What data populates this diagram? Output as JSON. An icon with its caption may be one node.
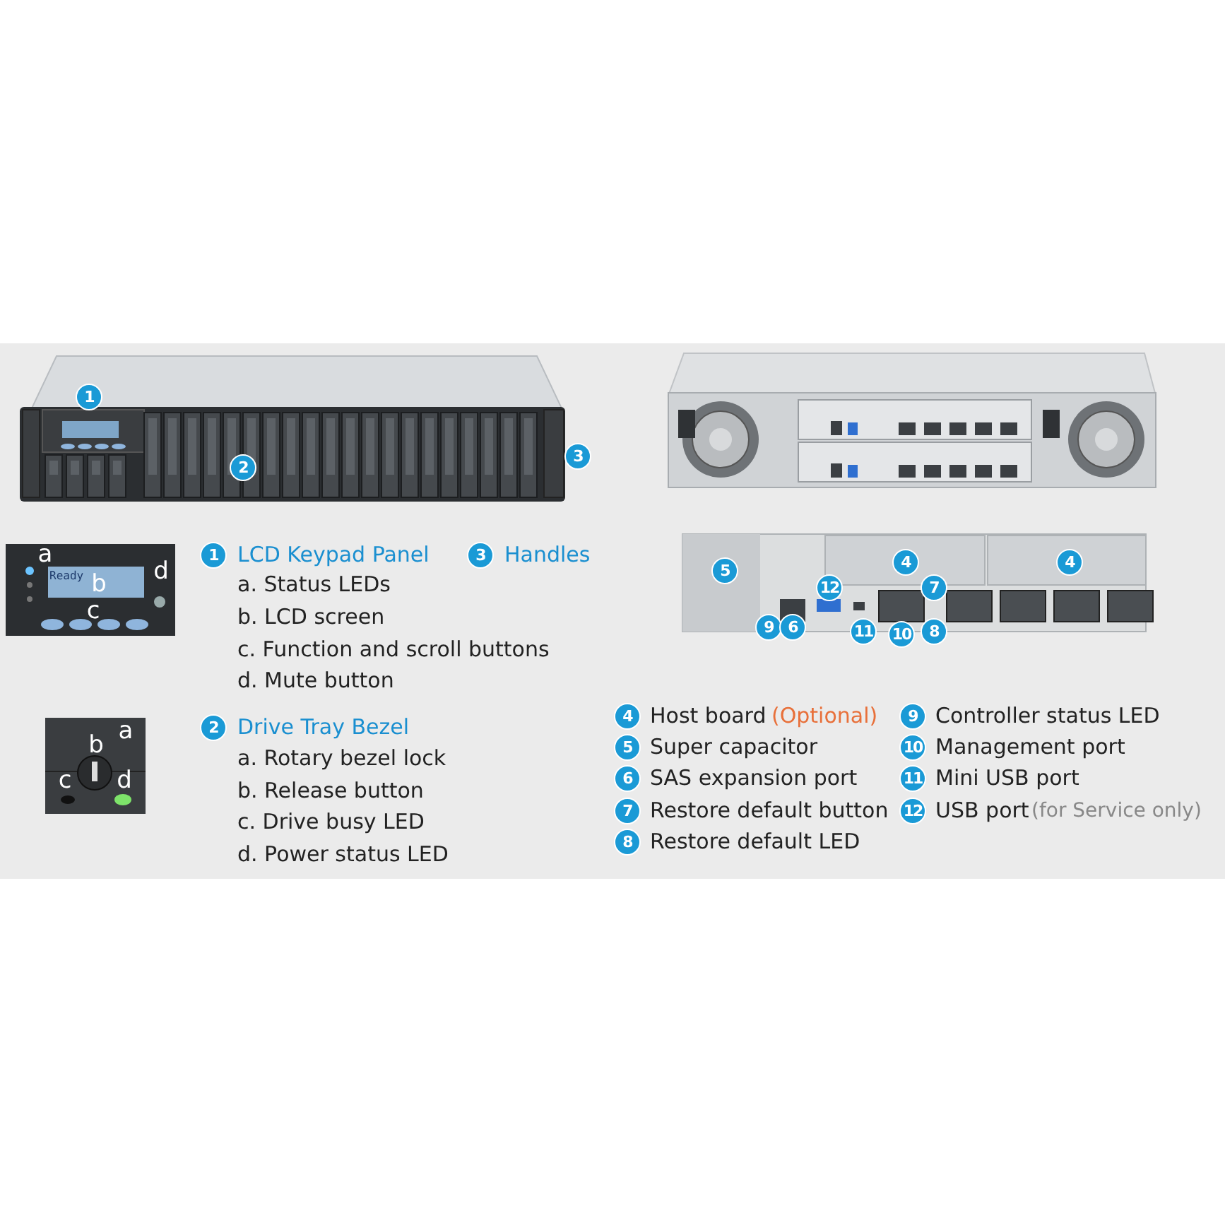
{
  "diagram": {
    "labels": [
      "1",
      "2",
      "3",
      "4",
      "4",
      "5",
      "12",
      "7",
      "9",
      "6",
      "11",
      "10",
      "8",
      "a",
      "Ready",
      "b",
      "d",
      "c",
      "1",
      "LCD Keypad Panel",
      "3",
      "Handles",
      "a. Status LEDs",
      "b. LCD screen",
      "c. Function and scroll buttons",
      "d. Mute button",
      "b",
      "a",
      "c",
      "d",
      "2",
      "Drive Tray Bezel",
      "a. Rotary bezel lock",
      "b. Release button",
      "c. Drive busy LED",
      "d. Power status LED",
      "4",
      "Host board",
      "(Optional)",
      "9",
      "Controller status LED",
      "5",
      "Super capacitor",
      "10",
      "Management port",
      "6",
      "SAS expansion port",
      "11",
      "Mini USB port",
      "7",
      "Restore default button",
      "12",
      "USB port",
      "(for Service only)",
      "8",
      "Restore default LED"
    ]
  }
}
